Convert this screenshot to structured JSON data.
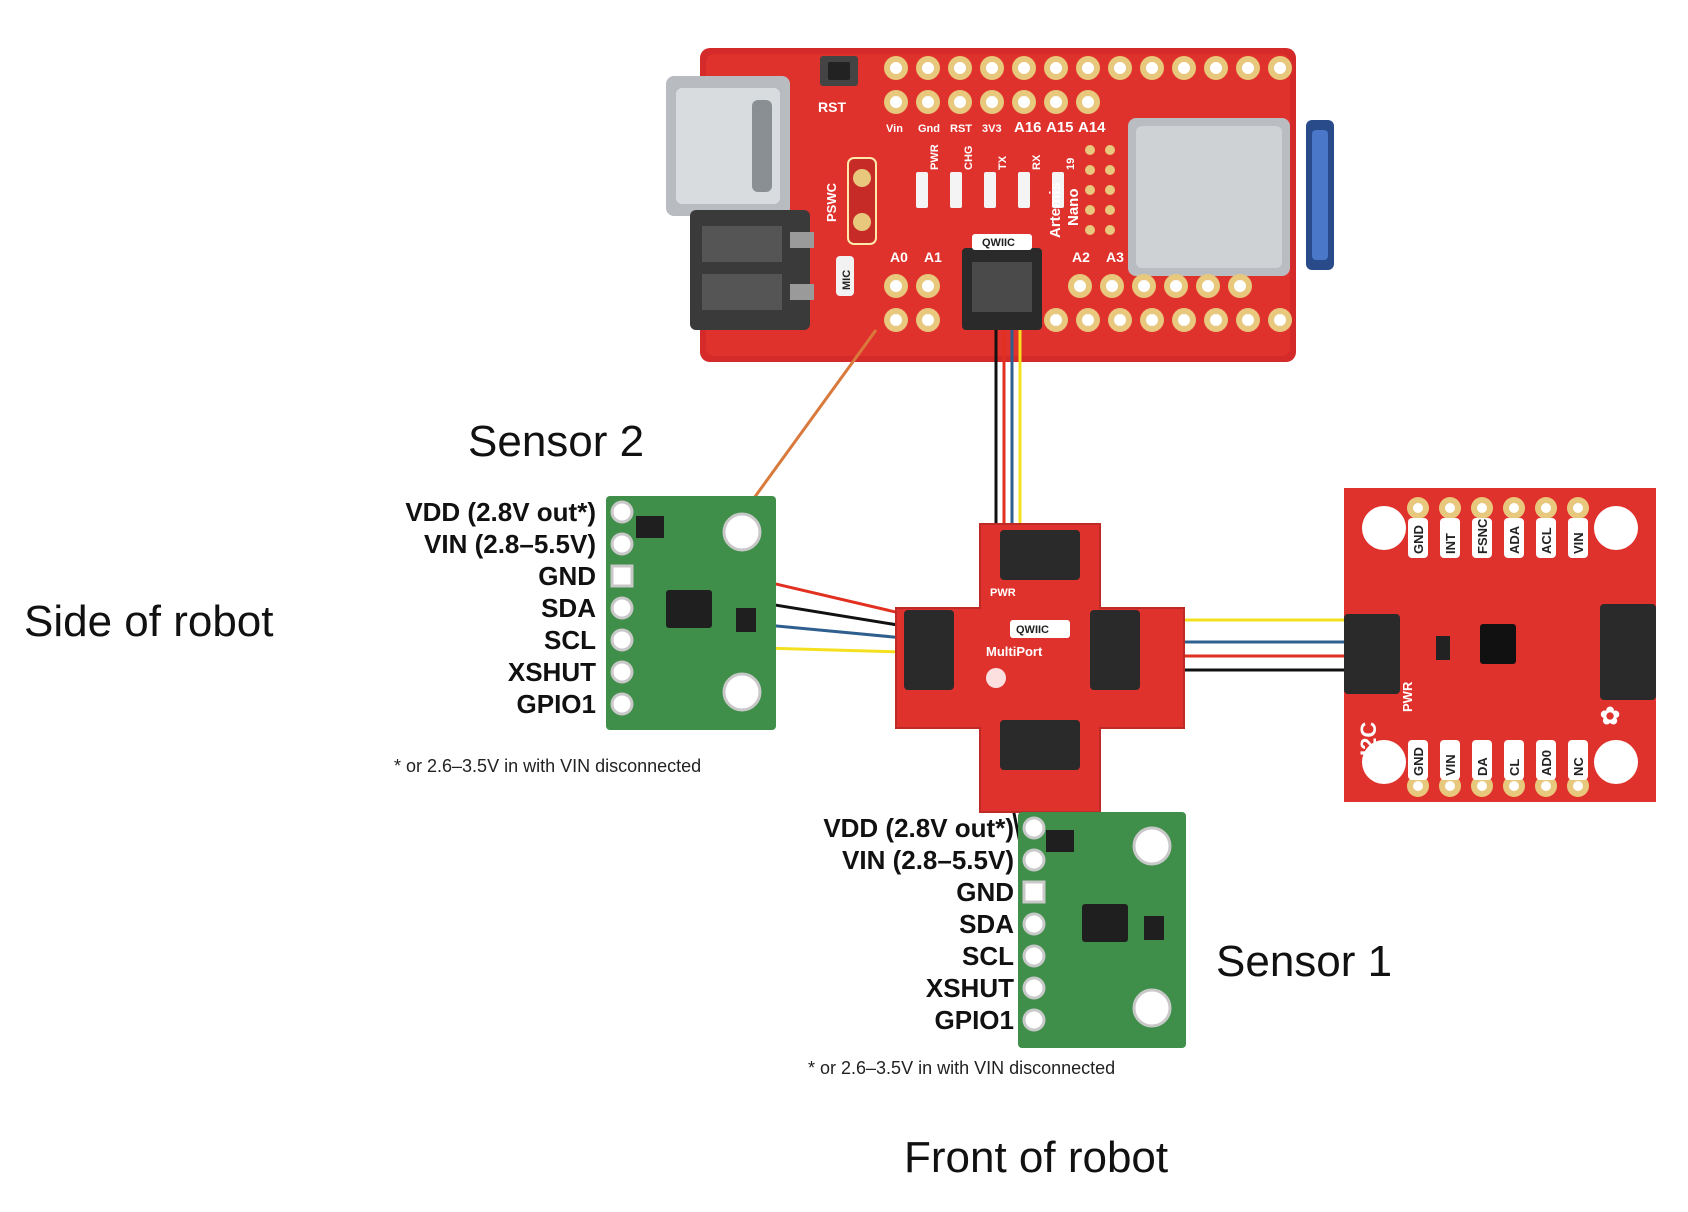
{
  "labels": {
    "sensor2": "Sensor 2",
    "sensor1": "Sensor 1",
    "side": "Side of robot",
    "front": "Front of robot"
  },
  "sensor_pins": [
    "VDD (2.8V out*)",
    "VIN (2.8–5.5V)",
    "GND",
    "SDA",
    "SCL",
    "XSHUT",
    "GPIO1"
  ],
  "footnote": "* or 2.6–3.5V in with VIN disconnected",
  "artemis": {
    "rst": "RST",
    "top_pins": [
      "Vin",
      "Gnd",
      "RST",
      "3V3",
      "A16",
      "A15",
      "A14"
    ],
    "bottom_pins": [
      "A0",
      "A1",
      "A2",
      "A3"
    ],
    "leds": [
      "PWR",
      "CHG",
      "TX",
      "RX",
      "19"
    ],
    "pswc": "PSWC",
    "title1": "Artemis",
    "title2": "Nano",
    "qwiic": "QWIIC",
    "mic": "MIC"
  },
  "multiport": {
    "qwiic": "QWIIC",
    "name": "MultiPort",
    "pwr": "PWR"
  },
  "imu": {
    "top_pins": [
      "GND",
      "INT",
      "FSNC",
      "ADA",
      "ACL",
      "VIN"
    ],
    "bottom_pins": [
      "GND",
      "VIN",
      "DA",
      "CL",
      "AD0",
      "NC"
    ],
    "i2c": "I2C",
    "pwr": "PWR"
  },
  "colors": {
    "sparkfun_red": "#e0322d",
    "pololu_green": "#3f8f4a",
    "wire_red": "#e23020",
    "wire_black": "#111111",
    "wire_blue": "#2f5f8f",
    "wire_yellow": "#f5e020",
    "wire_orange": "#d9793c"
  }
}
